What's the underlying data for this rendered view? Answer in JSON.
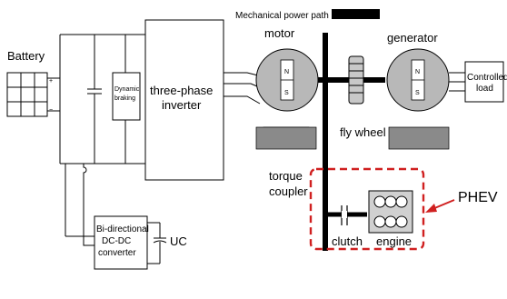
{
  "legend": {
    "mechanical_power_path": "Mechanical power path",
    "swatch_color": "#000000"
  },
  "labels": {
    "battery": "Battery",
    "battery_plus": "+",
    "battery_minus": "−",
    "dynamic_braking_1": "Dynamic",
    "dynamic_braking_2": "braking",
    "inverter_1": "three-phase",
    "inverter_2": "inverter",
    "motor": "motor",
    "generator": "generator",
    "fly_wheel": "fly wheel",
    "controlled_load_1": "Controlled",
    "controlled_load_2": "load",
    "torque_coupler_1": "torque",
    "torque_coupler_2": "coupler",
    "clutch": "clutch",
    "engine": "engine",
    "phev": "PHEV",
    "dcdc_1": "Bi-directional",
    "dcdc_2": "DC-DC",
    "dcdc_3": "converter",
    "uc": "UC",
    "motor_pole_n": "N",
    "motor_pole_s": "S",
    "generator_pole_n": "N",
    "generator_pole_s": "S"
  },
  "colors": {
    "phev_highlight": "#d02020",
    "machine_fill": "#b8b8b8",
    "base_fill": "#8a8a8a",
    "shaft": "#000000"
  }
}
